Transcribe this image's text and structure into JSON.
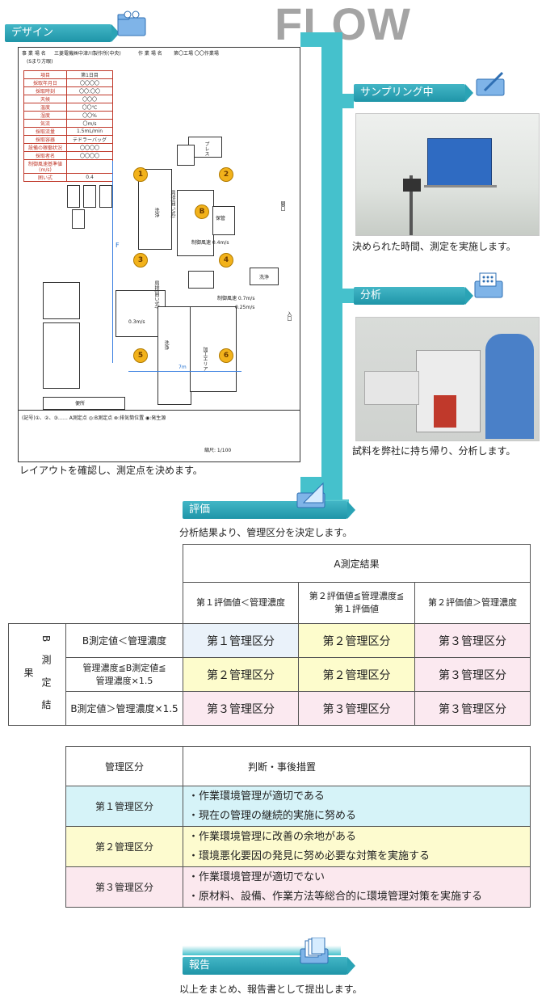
{
  "flow_title": "FLOW",
  "steps": {
    "design": {
      "label": "デザイン",
      "caption": "レイアウトを確認し、測定点を決めます。"
    },
    "sampling": {
      "label": "サンプリング中",
      "caption": "決められた時間、測定を実施します。"
    },
    "analysis": {
      "label": "分析",
      "caption": "試料を弊社に持ち帰り、分析します。"
    },
    "evaluation": {
      "label": "評価",
      "caption": "分析結果より、管理区分を決定します。"
    },
    "report": {
      "label": "報告",
      "caption": "以上をまとめ、報告書として提出します。"
    }
  },
  "floorplan": {
    "header_left": "事 業 場 名",
    "header_company": "三菱電機㈱中津川製作所(中央)",
    "header_work": "作 業 場 名",
    "header_workname": "第〇工場 〇〇作業場",
    "unit_note": "(Sまり方眼)",
    "conditions": [
      {
        "k": "項目",
        "v": "第1日目"
      },
      {
        "k": "採取年月日",
        "v": "〇〇〇〇"
      },
      {
        "k": "採取時刻",
        "v": "〇〇:〇〇"
      },
      {
        "k": "天候",
        "v": "〇〇〇"
      },
      {
        "k": "温度",
        "v": "〇〇℃"
      },
      {
        "k": "湿度",
        "v": "〇〇%"
      },
      {
        "k": "気流",
        "v": "〇m/s"
      },
      {
        "k": "採取流量",
        "v": "1.5mL/min"
      },
      {
        "k": "採取容器",
        "v": "テドラーバッグ"
      },
      {
        "k": "設備の稼働状況",
        "v": "〇〇〇〇"
      },
      {
        "k": "採取者名",
        "v": "〇〇〇〇"
      },
      {
        "k": "制御風速基準値(m/s)",
        "v": ""
      },
      {
        "k": "囲い式",
        "v": "0.4"
      }
    ],
    "markers": [
      "1",
      "2",
      "3",
      "4",
      "5",
      "6",
      "B"
    ],
    "labels": {
      "press": "プレス",
      "local_exhaust": "局排(囲い式)",
      "local_exhaust2": "局排(囲い式)",
      "wash": "洗浄",
      "wash2": "洗浄",
      "wash3": "洗浄",
      "processing": "加工エリア",
      "storage": "保管",
      "door": "開口",
      "entrance": "入口",
      "dim_f": "F",
      "dim_7m": "7m",
      "speed1": "制御風速 0.4m/s",
      "speed2": "制御風速 0.7m/s",
      "speed3": "0.25m/s",
      "speed4": "0.3m/s",
      "legend_title": "(記号)①、②、③…… A測定点 ◎:B測定点 ⊗:排気筒位置 ◉:発生源",
      "legend_scale": "縮尺: 1/100",
      "wc": "便所"
    }
  },
  "matrix": {
    "a_header": "A測定結果",
    "a_cols": [
      "第１評価値＜管理濃度",
      "第２評価値≦管理濃度≦第１評価値",
      "第２評価値＞管理濃度"
    ],
    "b_header": "B 測 定 結 果",
    "b_rows": [
      "B測定値＜管理濃度",
      "管理濃度≦B測定値≦管理濃度×1.5",
      "B測定値＞管理濃度×1.5"
    ],
    "cells": [
      [
        "第１管理区分",
        "第２管理区分",
        "第３管理区分"
      ],
      [
        "第２管理区分",
        "第２管理区分",
        "第３管理区分"
      ],
      [
        "第３管理区分",
        "第３管理区分",
        "第３管理区分"
      ]
    ]
  },
  "measures": {
    "header_class": "管理区分",
    "header_action": "判断・事後措置",
    "rows": [
      {
        "class": "第１管理区分",
        "actions": [
          "・作業環境管理が適切である",
          "・現在の管理の継続的実施に努める"
        ]
      },
      {
        "class": "第２管理区分",
        "actions": [
          "・作業環境管理に改善の余地がある",
          "・環境悪化要因の発見に努め必要な対策を実施する"
        ]
      },
      {
        "class": "第３管理区分",
        "actions": [
          "・作業環境管理が適切でない",
          "・原材料、設備、作業方法等総合的に環境管理対策を実施する"
        ]
      }
    ]
  },
  "icons": [
    "folder-people-icon",
    "folder-pen-icon",
    "folder-grid-icon",
    "folder-ruler-icon",
    "folder-documents-icon"
  ],
  "colors": {
    "accent": "#2aa3b5",
    "ribbon": "#45c1cc",
    "marker": "#f2b21b",
    "class1": "#d6f3f8",
    "class2": "#fdfbcf",
    "class3": "#fbe8ee"
  }
}
